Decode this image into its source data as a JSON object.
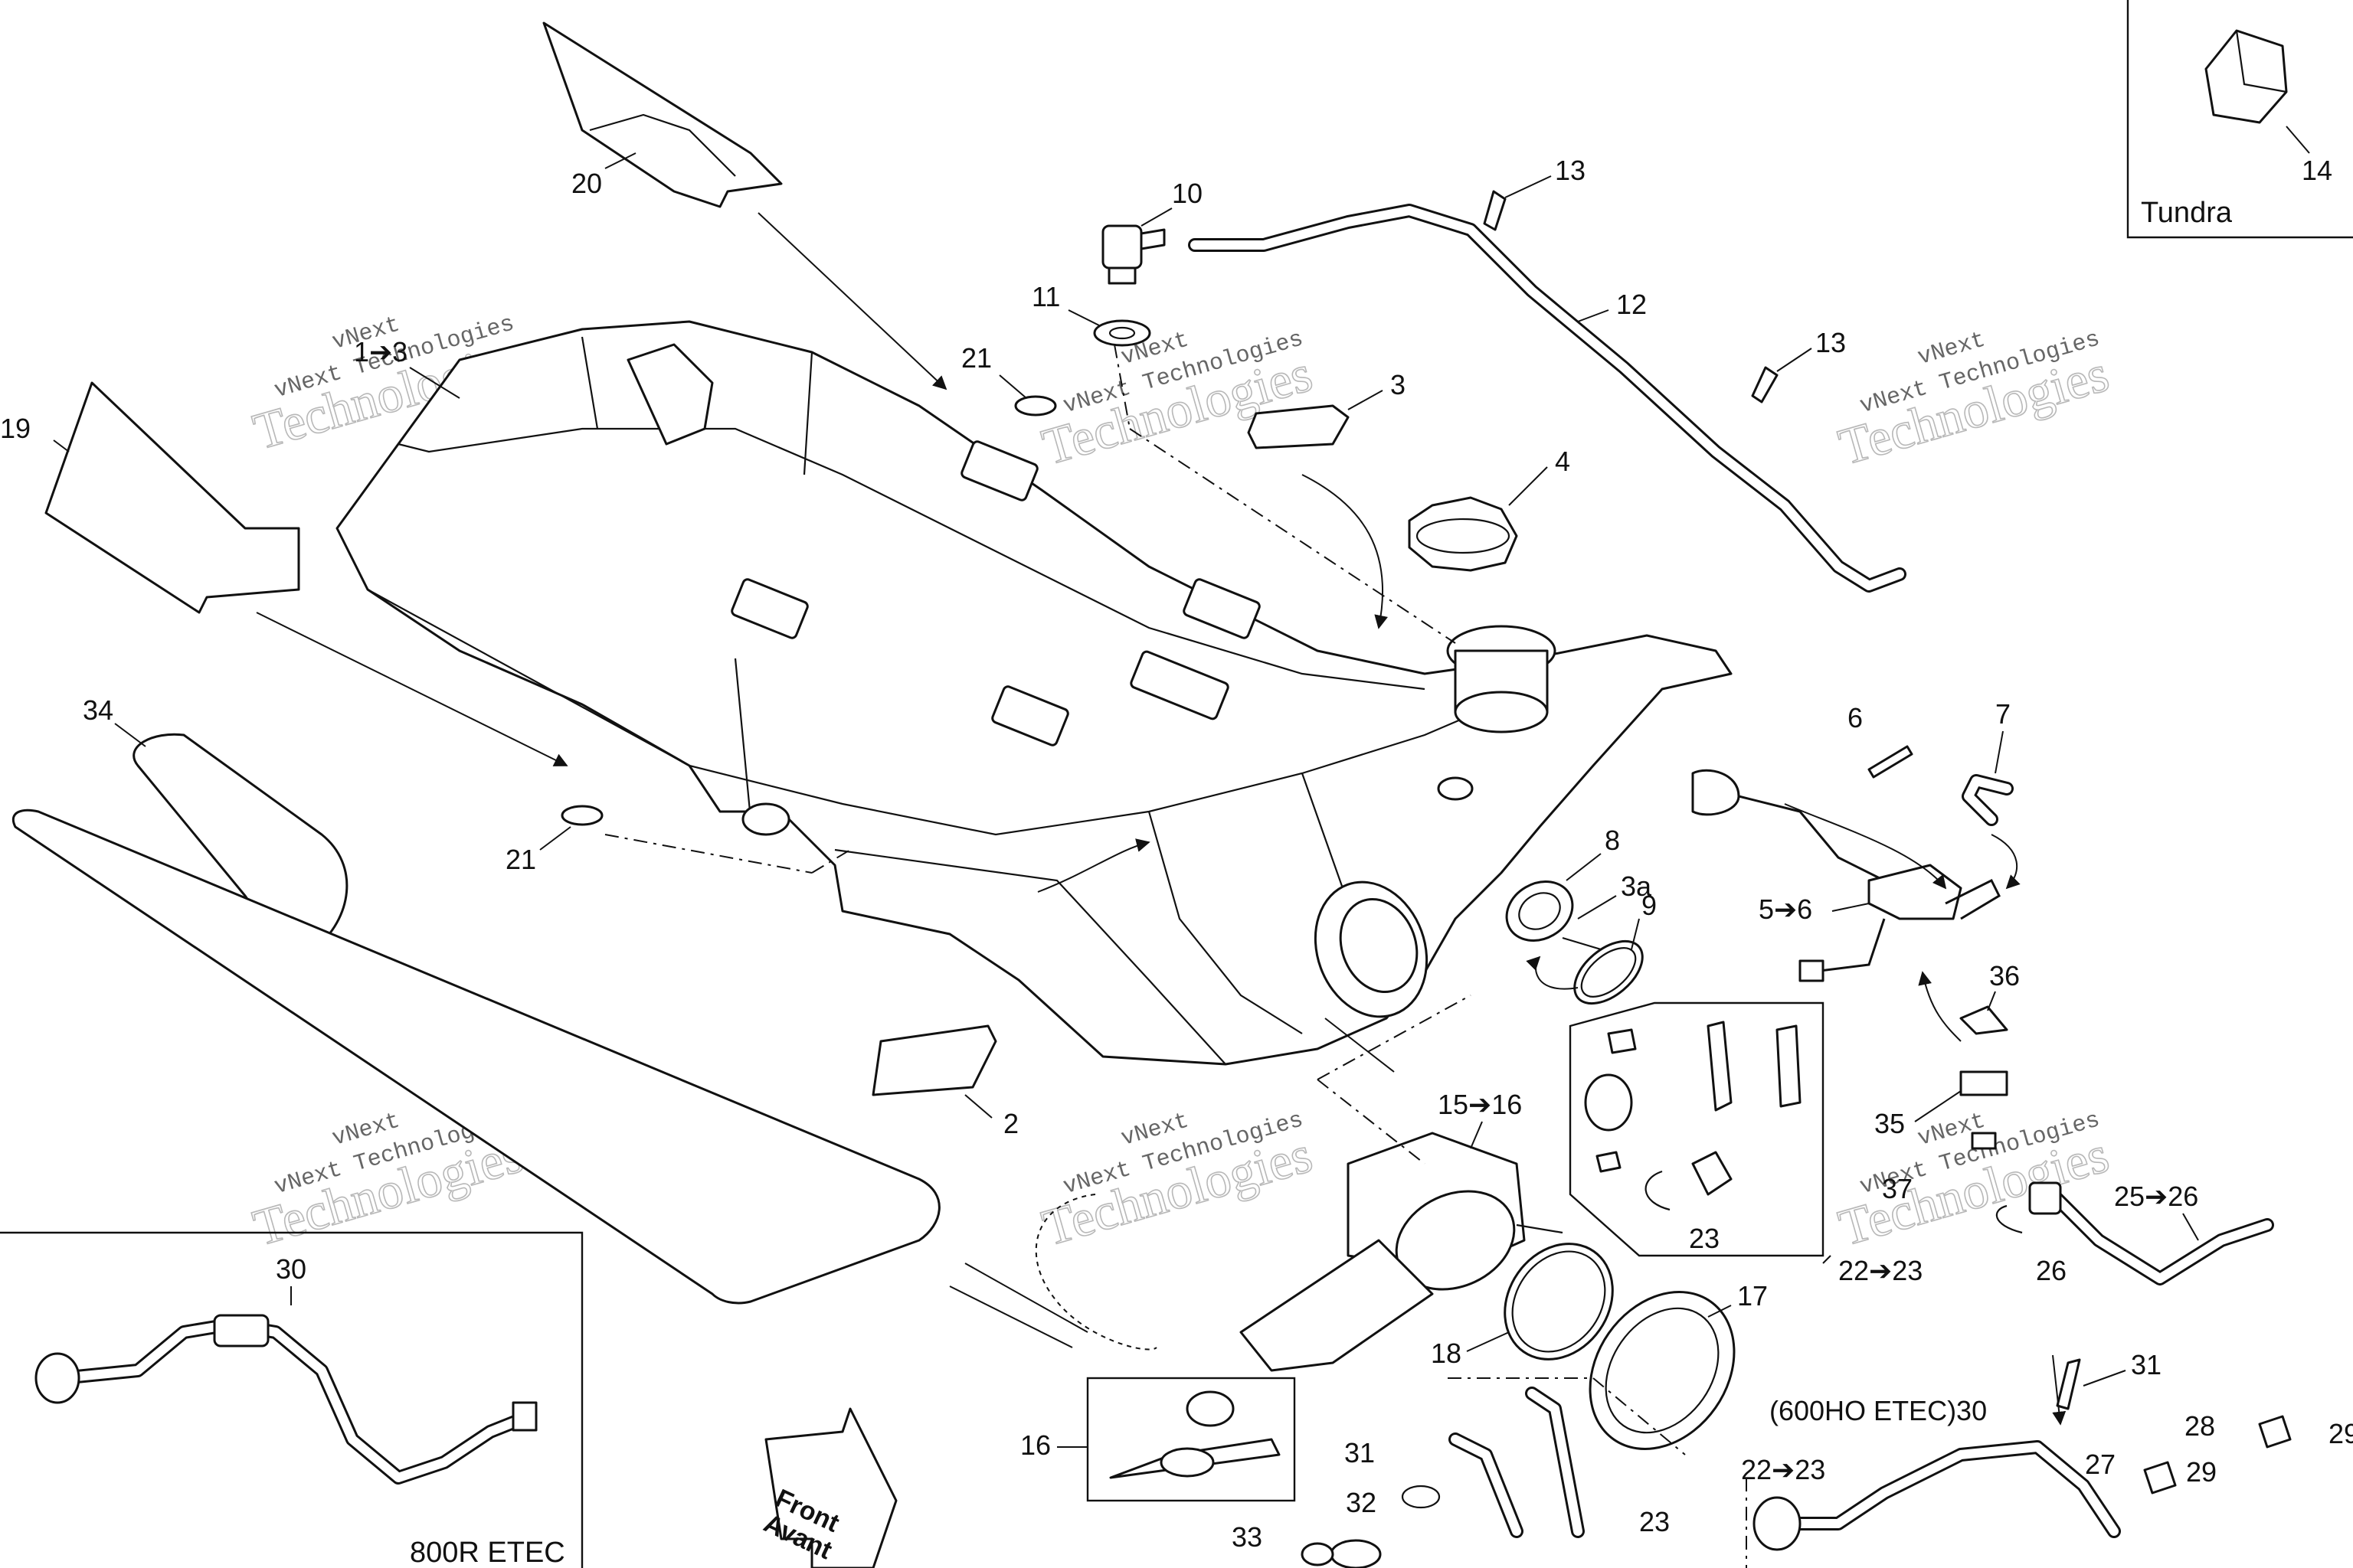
{
  "diagram": {
    "callouts": {
      "c1_3": "1➔3",
      "c2": "2",
      "c3": "3",
      "c3a": "3a",
      "c4": "4",
      "c5_6": "5➔6",
      "c6": "6",
      "c7": "7",
      "c8": "8",
      "c9": "9",
      "c10": "10",
      "c11": "11",
      "c12": "12",
      "c13a": "13",
      "c13b": "13",
      "c14": "14",
      "c15_16": "15➔16",
      "c16": "16",
      "c17": "17",
      "c18": "18",
      "c19": "19",
      "c20": "20",
      "c21a": "21",
      "c21b": "21",
      "c22_23a": "22➔23",
      "c22_23b": "22➔23",
      "c23a": "23",
      "c23b": "23",
      "c25_26": "25➔26",
      "c26": "26",
      "c27": "27",
      "c28": "28",
      "c29a": "29",
      "c29b": "29",
      "c30a": "30",
      "c30b": "(600HO ETEC)30",
      "c31a": "31",
      "c31b": "31",
      "c32": "32",
      "c33": "33",
      "c34": "34",
      "c35": "35",
      "c36": "36",
      "c37": "37"
    },
    "insets": {
      "tundra": "Tundra",
      "etec800": "800R ETEC"
    },
    "direction_arrow": {
      "line1": "Front",
      "line2": "Avant"
    },
    "watermark": {
      "line1": "vNext",
      "line2": "vNext Technologies",
      "line3": "Technologies"
    }
  }
}
